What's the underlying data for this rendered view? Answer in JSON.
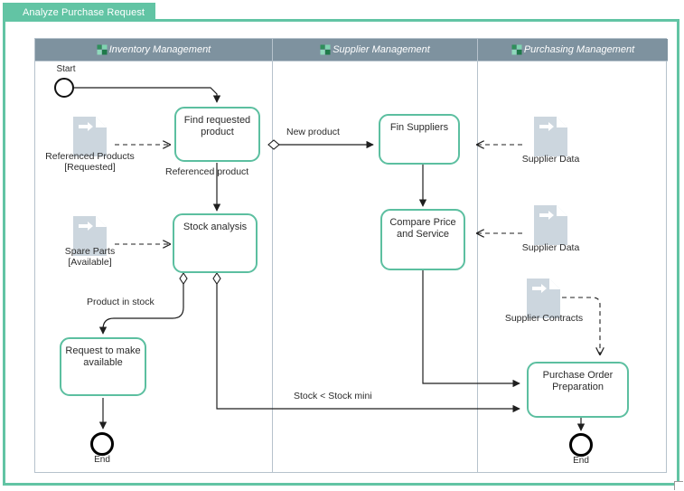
{
  "tab": {
    "label": "Analyze Purchase Request"
  },
  "pool": {
    "lanes": [
      {
        "name": "Inventory Management",
        "icon": "puzzle-icon"
      },
      {
        "name": "Supplier Management",
        "icon": "puzzle-icon"
      },
      {
        "name": "Purchasing Management",
        "icon": "puzzle-icon"
      }
    ]
  },
  "events": [
    {
      "id": "start",
      "type": "start",
      "label": "Start"
    },
    {
      "id": "end-inventory",
      "type": "end",
      "label": "End"
    },
    {
      "id": "end-purchasing",
      "type": "end",
      "label": "End"
    }
  ],
  "tasks": [
    {
      "id": "find-requested-product",
      "label": "Find requested\nproduct",
      "line1": "Find requested",
      "line2": "product"
    },
    {
      "id": "stock-analysis",
      "label": "Stock analysis",
      "line1": "Stock analysis",
      "line2": ""
    },
    {
      "id": "request-to-make-available",
      "label": "Request to make\navailable",
      "line1": "Request to make",
      "line2": "available"
    },
    {
      "id": "fin-suppliers",
      "label": "Fin Suppliers",
      "line1": "Fin Suppliers",
      "line2": ""
    },
    {
      "id": "compare-price-and-service",
      "label": "Compare Price\nand Service",
      "line1": "Compare Price",
      "line2": "and Service"
    },
    {
      "id": "purchase-order-preparation",
      "label": "Purchase Order\nPreparation",
      "line1": "Purchase Order",
      "line2": "Preparation"
    }
  ],
  "data_objects": [
    {
      "id": "referenced-products",
      "line1": "Referenced Products",
      "line2": "[Requested]"
    },
    {
      "id": "spare-parts",
      "line1": "Spare Parts",
      "line2": "[Available]"
    },
    {
      "id": "supplier-data-1",
      "line1": "Supplier Data",
      "line2": ""
    },
    {
      "id": "supplier-data-2",
      "line1": "Supplier Data",
      "line2": ""
    },
    {
      "id": "supplier-contracts",
      "line1": "Supplier Contracts",
      "line2": ""
    }
  ],
  "flow_labels": [
    {
      "id": "new-product",
      "text": "New product"
    },
    {
      "id": "referenced-product",
      "text": "Referenced product"
    },
    {
      "id": "product-in-stock",
      "text": "Product in stock"
    },
    {
      "id": "stock-less-than-stock-mini",
      "text": "Stock < Stock mini"
    }
  ],
  "colors": {
    "accent_teal": "#62c4a4",
    "task_border": "#5cbfa0",
    "lane_header_bg": "#7e929f",
    "pool_border": "#b6c2cc",
    "data_object_fill": "#ccd6de",
    "connector": "#1f1f1f"
  }
}
